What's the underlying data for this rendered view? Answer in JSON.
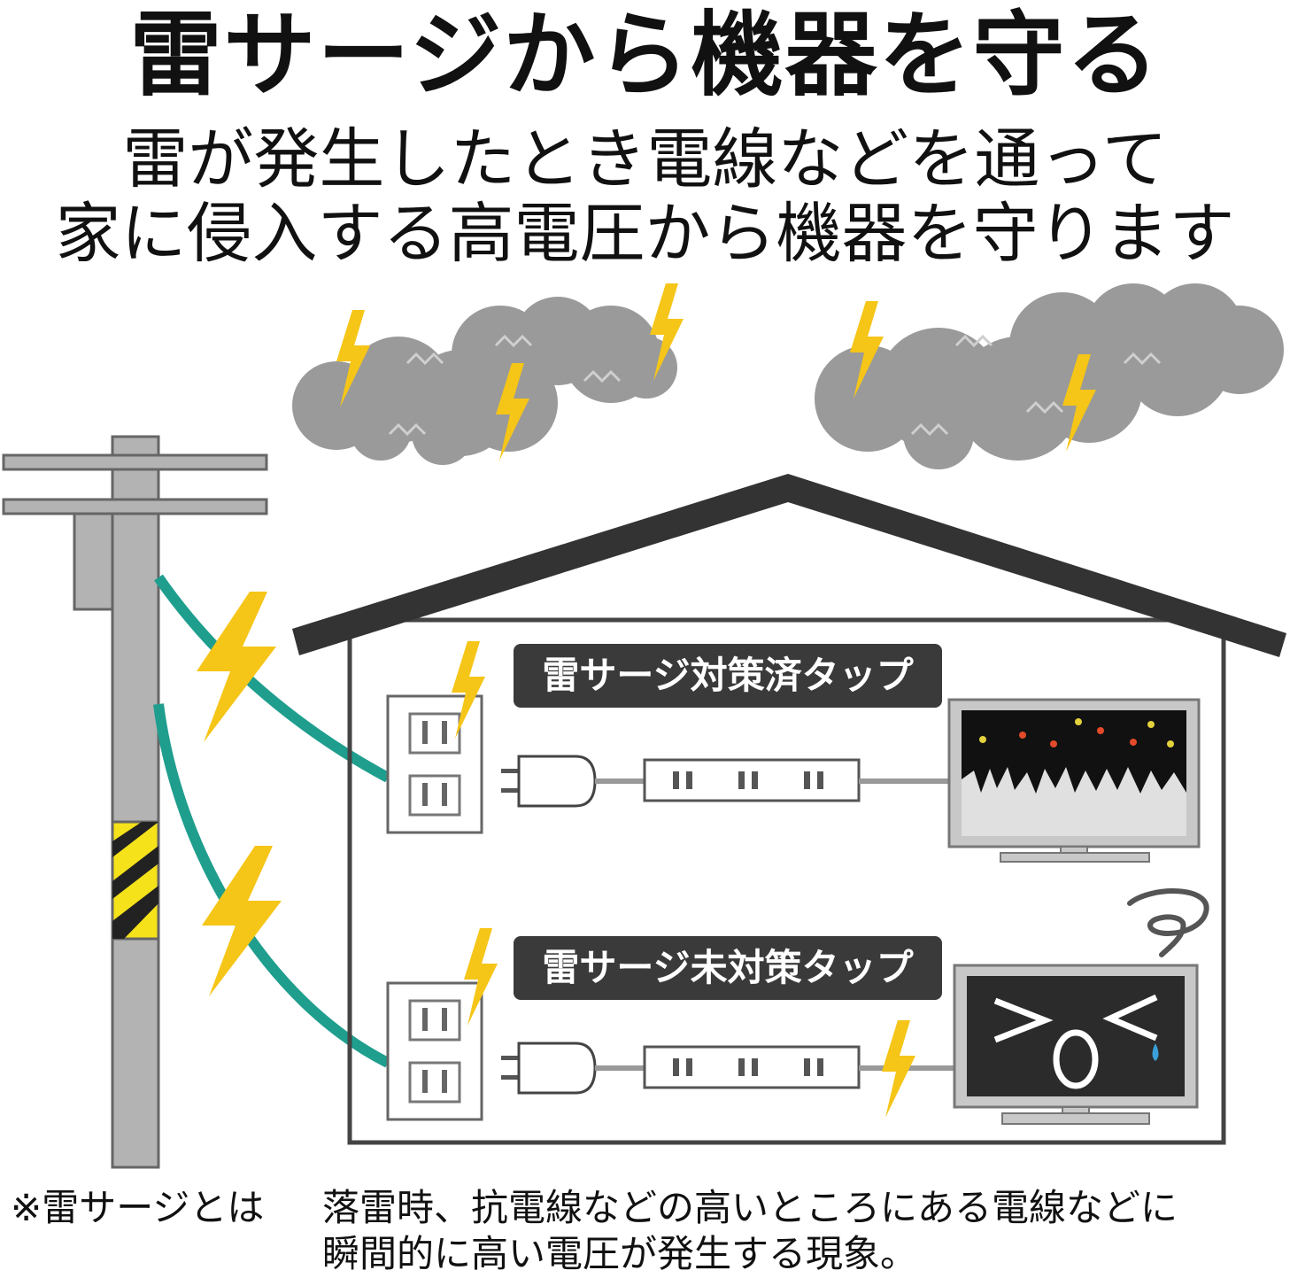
{
  "title": "雷サージから機器を守る",
  "subtitle": {
    "line1": "雷が発生したとき電線などを通って",
    "line2": "家に侵入する高電圧から機器を守ります"
  },
  "labels": {
    "protected_tap": "雷サージ対策済タップ",
    "unprotected_tap": "雷サージ未対策タップ"
  },
  "note": {
    "head": "※雷サージとは",
    "line1": "落雷時、抗電線などの高いところにある電線などに",
    "line2": "瞬間的に高い電圧が発生する現象。"
  },
  "colors": {
    "lightning": "#f5c518",
    "wire": "#1f9e8e",
    "cloud": "#999999",
    "roof": "#333333",
    "pole": "#b3b3b3",
    "label_bg": "#3a3a3a"
  },
  "icons": [
    "lightning-icon",
    "cloud-icon",
    "utility-pole-icon",
    "house-icon",
    "wall-outlet-icon",
    "plug-icon",
    "power-strip-icon",
    "tv-icon",
    "dizzy-swirl-icon",
    "tear-drop-icon"
  ]
}
